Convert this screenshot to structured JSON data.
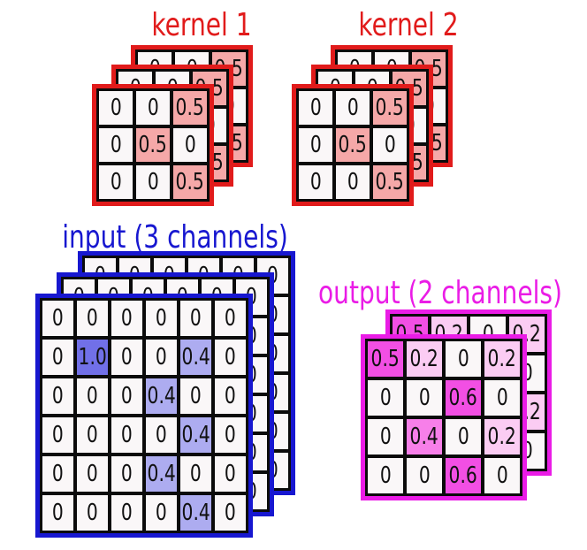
{
  "palette": {
    "red": "#e11b1b",
    "blue": "#1717d0",
    "magenta": "#ea1ce6",
    "k_pink": "#f5a8a8",
    "i_strong": "#7170e8",
    "i_light": "#adacf0",
    "o_strong": "#f24fe4",
    "o_med": "#f77fe9",
    "o_light": "#fbccf3",
    "cell_bg": "#faf7f8",
    "grid_line": "#0b0b0b"
  },
  "kernel1": {
    "title": "kernel 1",
    "channels": 3,
    "grid": {
      "values": [
        [
          "0",
          "0",
          "0.5"
        ],
        [
          "0",
          "0.5",
          "0"
        ],
        [
          "0",
          "0",
          "0.5"
        ]
      ],
      "highlights": [
        [
          "",
          "",
          "k"
        ],
        [
          "",
          "k",
          ""
        ],
        [
          "",
          "",
          "k"
        ]
      ]
    }
  },
  "kernel2": {
    "title": "kernel 2",
    "channels": 3,
    "grid": {
      "values": [
        [
          "0",
          "0",
          "0.5"
        ],
        [
          "0",
          "0.5",
          "0"
        ],
        [
          "0",
          "0",
          "0.5"
        ]
      ],
      "highlights": [
        [
          "",
          "",
          "k"
        ],
        [
          "",
          "k",
          ""
        ],
        [
          "",
          "",
          "k"
        ]
      ]
    }
  },
  "input": {
    "title": "input (3 channels)",
    "channels": 3,
    "grid": {
      "values": [
        [
          "0",
          "0",
          "0",
          "0",
          "0",
          "0"
        ],
        [
          "0",
          "1.0",
          "0",
          "0",
          "0.4",
          "0"
        ],
        [
          "0",
          "0",
          "0",
          "0.4",
          "0",
          "0"
        ],
        [
          "0",
          "0",
          "0",
          "0",
          "0.4",
          "0"
        ],
        [
          "0",
          "0",
          "0",
          "0.4",
          "0",
          "0"
        ],
        [
          "0",
          "0",
          "0",
          "0",
          "0.4",
          "0"
        ]
      ],
      "highlights": [
        [
          "",
          "",
          "",
          "",
          "",
          ""
        ],
        [
          "",
          "i1",
          "",
          "",
          "i4",
          ""
        ],
        [
          "",
          "",
          "",
          "i4",
          "",
          ""
        ],
        [
          "",
          "",
          "",
          "",
          "i4",
          ""
        ],
        [
          "",
          "",
          "",
          "i4",
          "",
          ""
        ],
        [
          "",
          "",
          "",
          "",
          "i4",
          ""
        ]
      ]
    }
  },
  "output": {
    "title": "output (2 channels)",
    "channels": 2,
    "grid": {
      "values": [
        [
          "0.5",
          "0.2",
          "0",
          "0.2"
        ],
        [
          "0",
          "0",
          "0.6",
          "0"
        ],
        [
          "0",
          "0.4",
          "0",
          "0.2"
        ],
        [
          "0",
          "0",
          "0.6",
          "0"
        ]
      ],
      "highlights": [
        [
          "o5",
          "o2",
          "",
          "o2"
        ],
        [
          "",
          "",
          "o5",
          ""
        ],
        [
          "",
          "o4",
          "",
          "o2"
        ],
        [
          "",
          "",
          "o5",
          ""
        ]
      ]
    }
  }
}
